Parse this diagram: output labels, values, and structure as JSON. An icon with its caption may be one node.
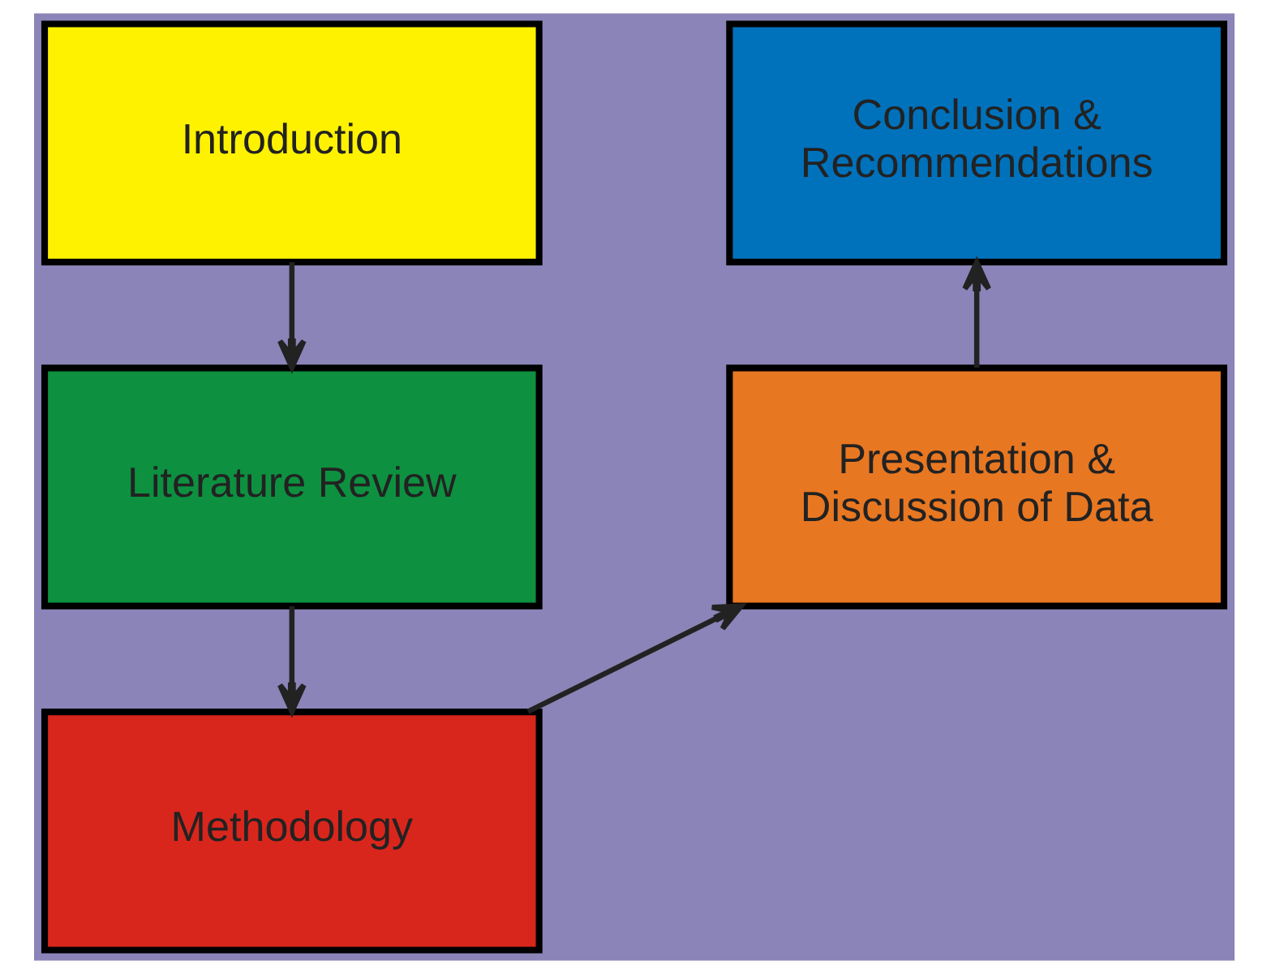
{
  "diagram": {
    "nodes": [
      {
        "text": [
          "Introduction"
        ]
      },
      {
        "text": [
          "Literature Review"
        ]
      },
      {
        "text": [
          "Methodology"
        ]
      },
      {
        "text": [
          "Presentation & Discussion of Data"
        ]
      },
      {
        "text": [
          "Conclusion & Recommendations"
        ]
      }
    ],
    "edges": [
      {
        "from": 0,
        "to": 1,
        "arrow": "to"
      },
      {
        "from": 1,
        "to": 2,
        "arrow": "to"
      },
      {
        "from": 2,
        "to": 3,
        "arrow": "to"
      },
      {
        "from": 3,
        "to": 4,
        "arrow": "to"
      }
    ]
  }
}
